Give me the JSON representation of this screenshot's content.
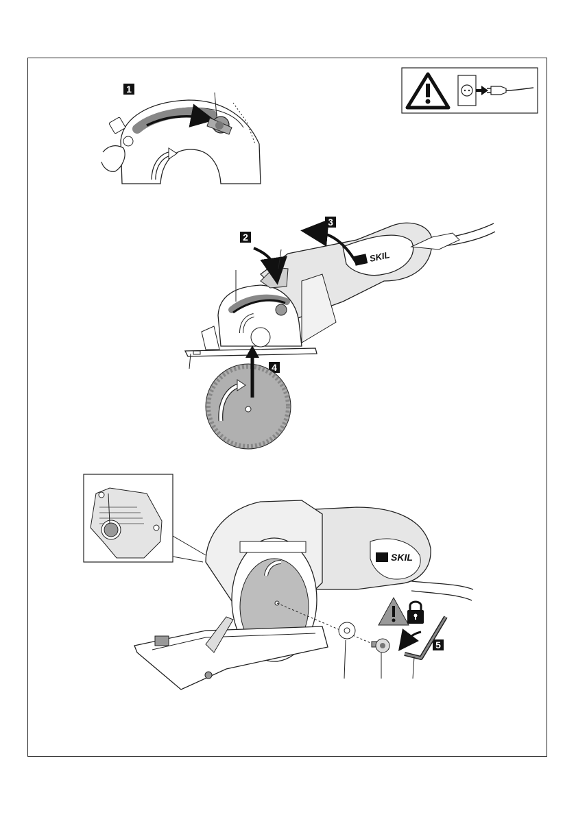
{
  "steps": {
    "s1": "1",
    "s2": "2",
    "s3": "3",
    "s4": "4",
    "s5_inset": "5",
    "s5_main": "5"
  },
  "brand": {
    "name_top": "SKIL",
    "name_bottom": "SKIL"
  },
  "icons": {
    "warning": "warning-triangle-icon",
    "unplug": "unplug-icon",
    "lock": "padlock-icon",
    "rotation": "rotation-arrow-icon"
  },
  "colors": {
    "line": "#222222",
    "gray_light": "#d8d8d8",
    "gray_mid": "#9a9a9a",
    "gray_dark": "#555555",
    "blade": "#b0b0b0",
    "label_bg": "#111111"
  }
}
